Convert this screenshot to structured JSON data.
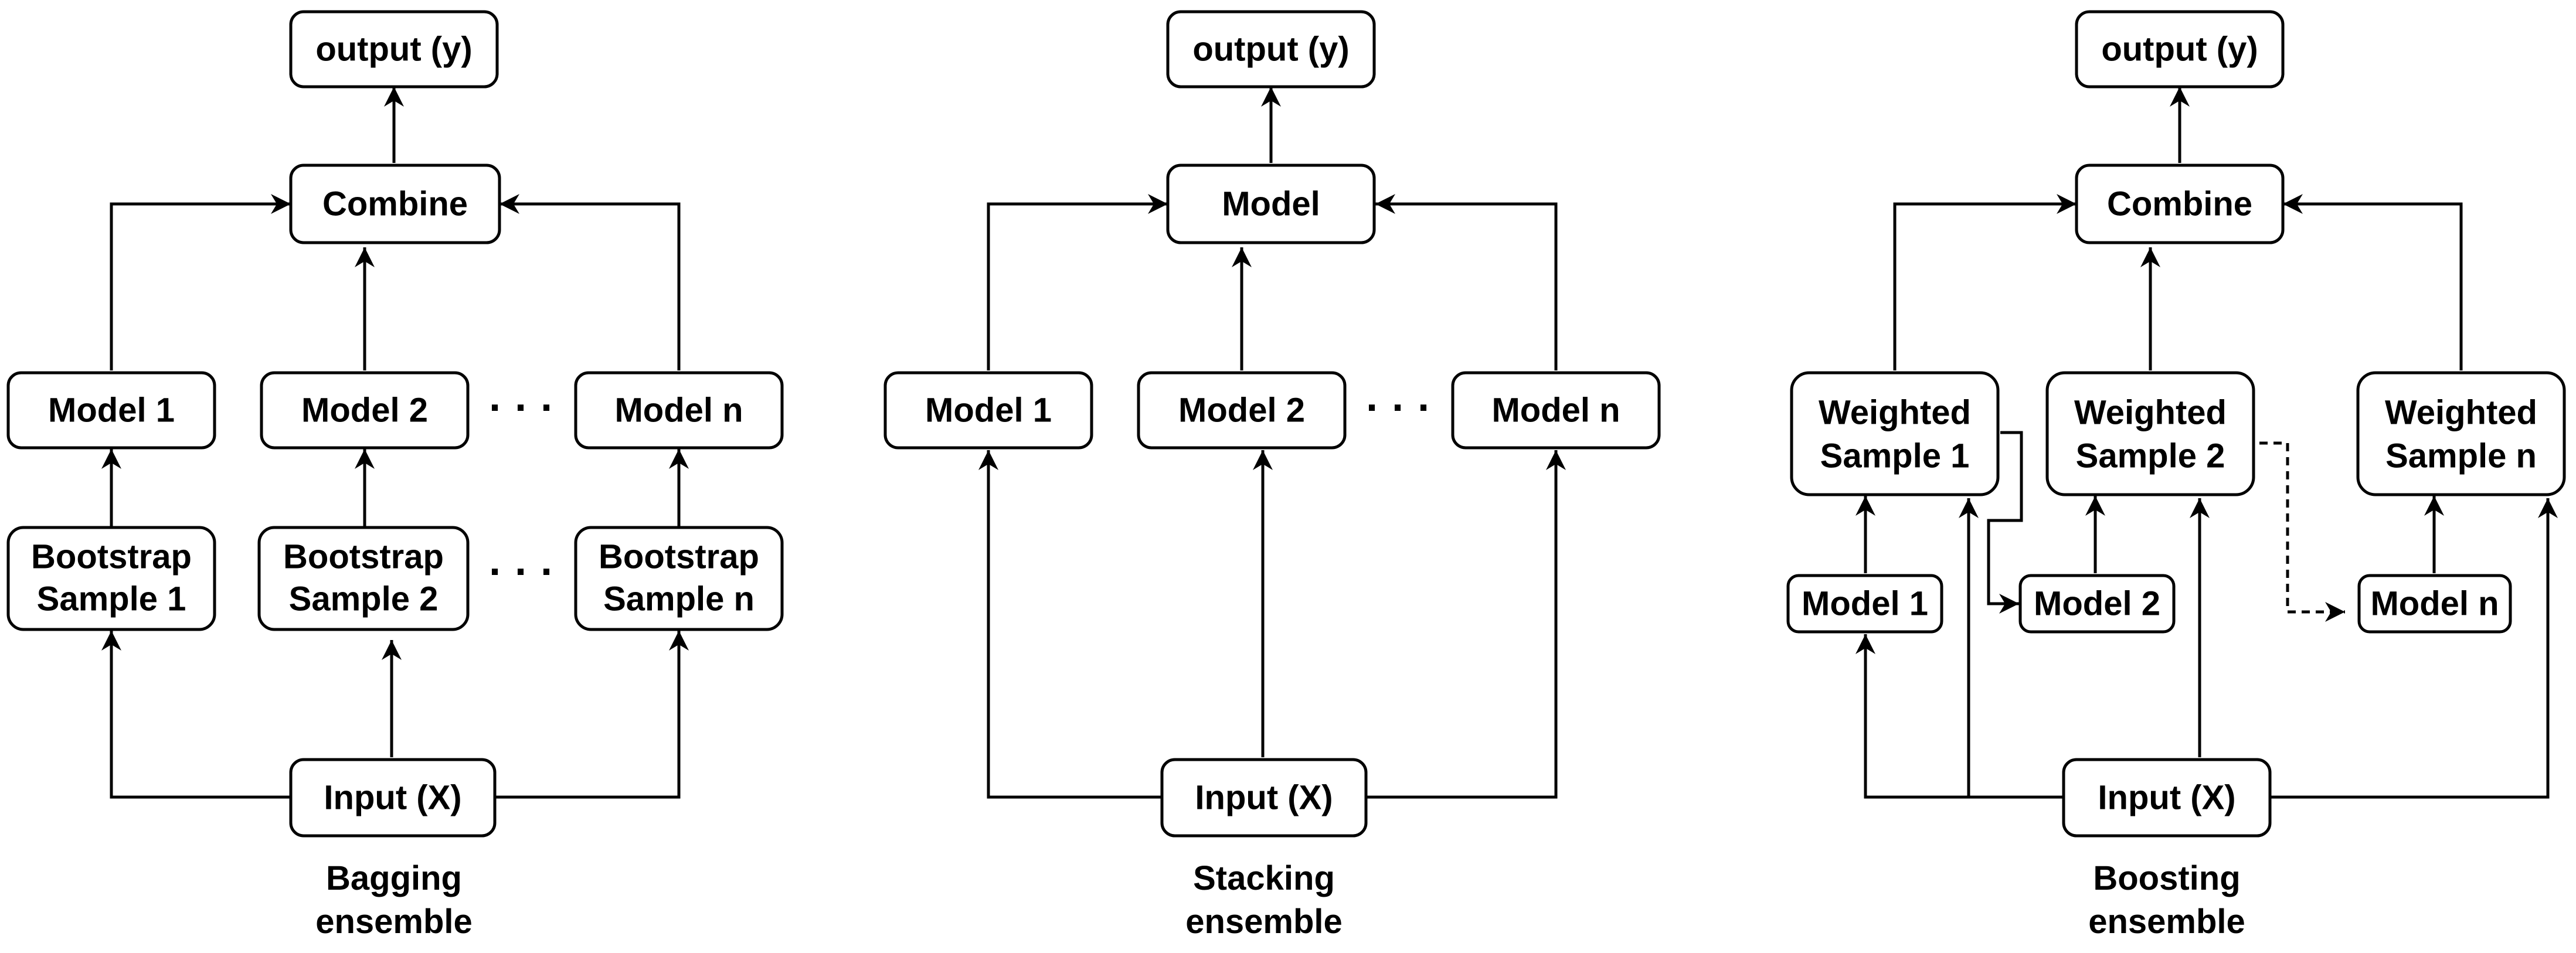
{
  "colors": {
    "stroke": "#000000",
    "background": "#ffffff",
    "text": "#000000"
  },
  "bagging": {
    "output": "output (y)",
    "combine": "Combine",
    "model_1": "Model 1",
    "model_2": "Model 2",
    "model_n": "Model n",
    "sample_1": [
      "Bootstrap",
      "Sample 1"
    ],
    "sample_2": [
      "Bootstrap",
      "Sample 2"
    ],
    "sample_n": [
      "Bootstrap",
      "Sample n"
    ],
    "input": "Input (X)",
    "ellipsis": "· · ·",
    "caption": [
      "Bagging",
      "ensemble"
    ]
  },
  "stacking": {
    "output": "output (y)",
    "model": "Model",
    "model_1": "Model 1",
    "model_2": "Model 2",
    "model_n": "Model n",
    "input": "Input (X)",
    "ellipsis": "· · ·",
    "caption": [
      "Stacking",
      "ensemble"
    ]
  },
  "boosting": {
    "output": "output (y)",
    "combine": "Combine",
    "weighted_1": [
      "Weighted",
      "Sample 1"
    ],
    "weighted_2": [
      "Weighted",
      "Sample 2"
    ],
    "weighted_n": [
      "Weighted",
      "Sample n"
    ],
    "model_1": "Model 1",
    "model_2": "Model 2",
    "model_n": "Model n",
    "input": "Input (X)",
    "caption": [
      "Boosting",
      "ensemble"
    ]
  }
}
